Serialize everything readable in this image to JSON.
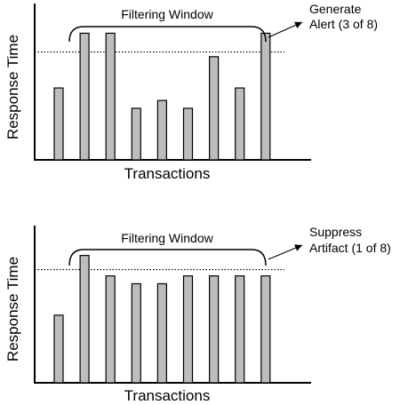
{
  "bar_fill": "#bdbdbd",
  "bar_stroke": "#000000",
  "chart_data": [
    {
      "type": "bar",
      "xlabel": "Transactions",
      "ylabel": "Response Time",
      "ylim": [
        0,
        10
      ],
      "values": [
        4.6,
        8.1,
        8.1,
        3.3,
        3.8,
        3.3,
        6.6,
        4.6,
        8.1
      ],
      "threshold": 6.9,
      "bracket_label": "Filtering Window",
      "annotation": [
        "Generate",
        "Alert (3 of 8)"
      ]
    },
    {
      "type": "bar",
      "xlabel": "Transactions",
      "ylabel": "Response Time",
      "ylim": [
        0,
        10
      ],
      "values": [
        4.3,
        8.1,
        6.8,
        6.3,
        6.3,
        6.8,
        6.8,
        6.8,
        6.8
      ],
      "threshold": 7.2,
      "bracket_label": "Filtering Window",
      "annotation": [
        "Suppress",
        "Artifact (1 of 8)"
      ]
    }
  ]
}
